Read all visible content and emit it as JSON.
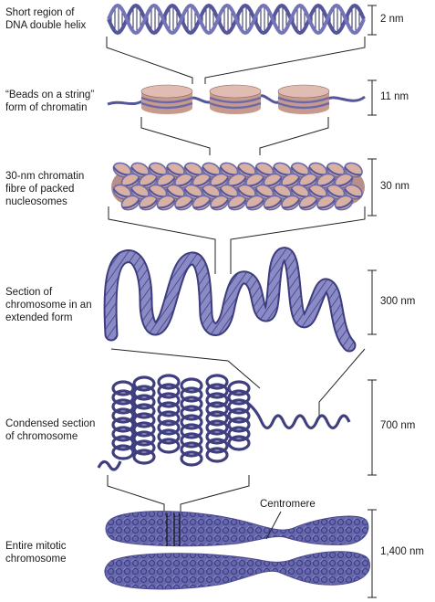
{
  "stages": [
    {
      "label_lines": [
        "Short region of",
        "DNA double helix"
      ],
      "size": "2 nm"
    },
    {
      "label_lines": [
        "“Beads on a string”",
        "form of chromatin"
      ],
      "size": "11 nm"
    },
    {
      "label_lines": [
        "30-nm chromatin",
        "fibre of packed",
        "nucleosomes"
      ],
      "size": "30 nm"
    },
    {
      "label_lines": [
        "Section of",
        "chromosome in an",
        "extended form"
      ],
      "size": "300 nm"
    },
    {
      "label_lines": [
        "Condensed section",
        "of chromosome"
      ],
      "size": "700 nm"
    },
    {
      "label_lines": [
        "Entire mitotic",
        "chromosome"
      ],
      "size": "1,400 nm"
    }
  ],
  "callouts": {
    "centromere": "Centromere"
  },
  "colors": {
    "helix": "#55559a",
    "bead_top": "#d9b1a6",
    "bead_side": "#c89a8e",
    "stripe": "#6a6aa8",
    "fibre": "#7f7fbf",
    "fibre_dark": "#4e4e94",
    "chromosome": "#5d5da3",
    "line": "#222222"
  }
}
